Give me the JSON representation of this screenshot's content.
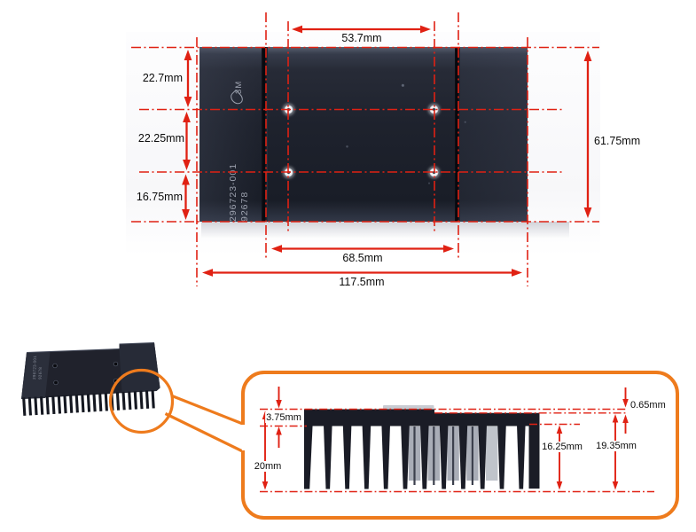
{
  "top_view": {
    "dim_hole_span_width": "53.7mm",
    "dim_top_to_hole_row1": "22.7mm",
    "dim_hole_row1_to_row2": "22.25mm",
    "dim_hole_row2_to_bottom": "16.75mm",
    "dim_overall_height": "61.75mm",
    "dim_step_span_width": "68.5mm",
    "dim_overall_width": "117.5mm",
    "marking_line1": "296723-001",
    "marking_line2": "92678",
    "logo_text": "3M"
  },
  "detail_view": {
    "dim_fin_tip_offset": "0.65mm",
    "dim_base_thickness": "3.75mm",
    "dim_overall_height": "20mm",
    "dim_fin_length_inner": "16.25mm",
    "dim_fin_length_outer": "19.35mm"
  },
  "colors": {
    "dimension_line": "#e02113",
    "callout_orange": "#ee7b1d",
    "heatsink_dark": "#1e222d"
  }
}
